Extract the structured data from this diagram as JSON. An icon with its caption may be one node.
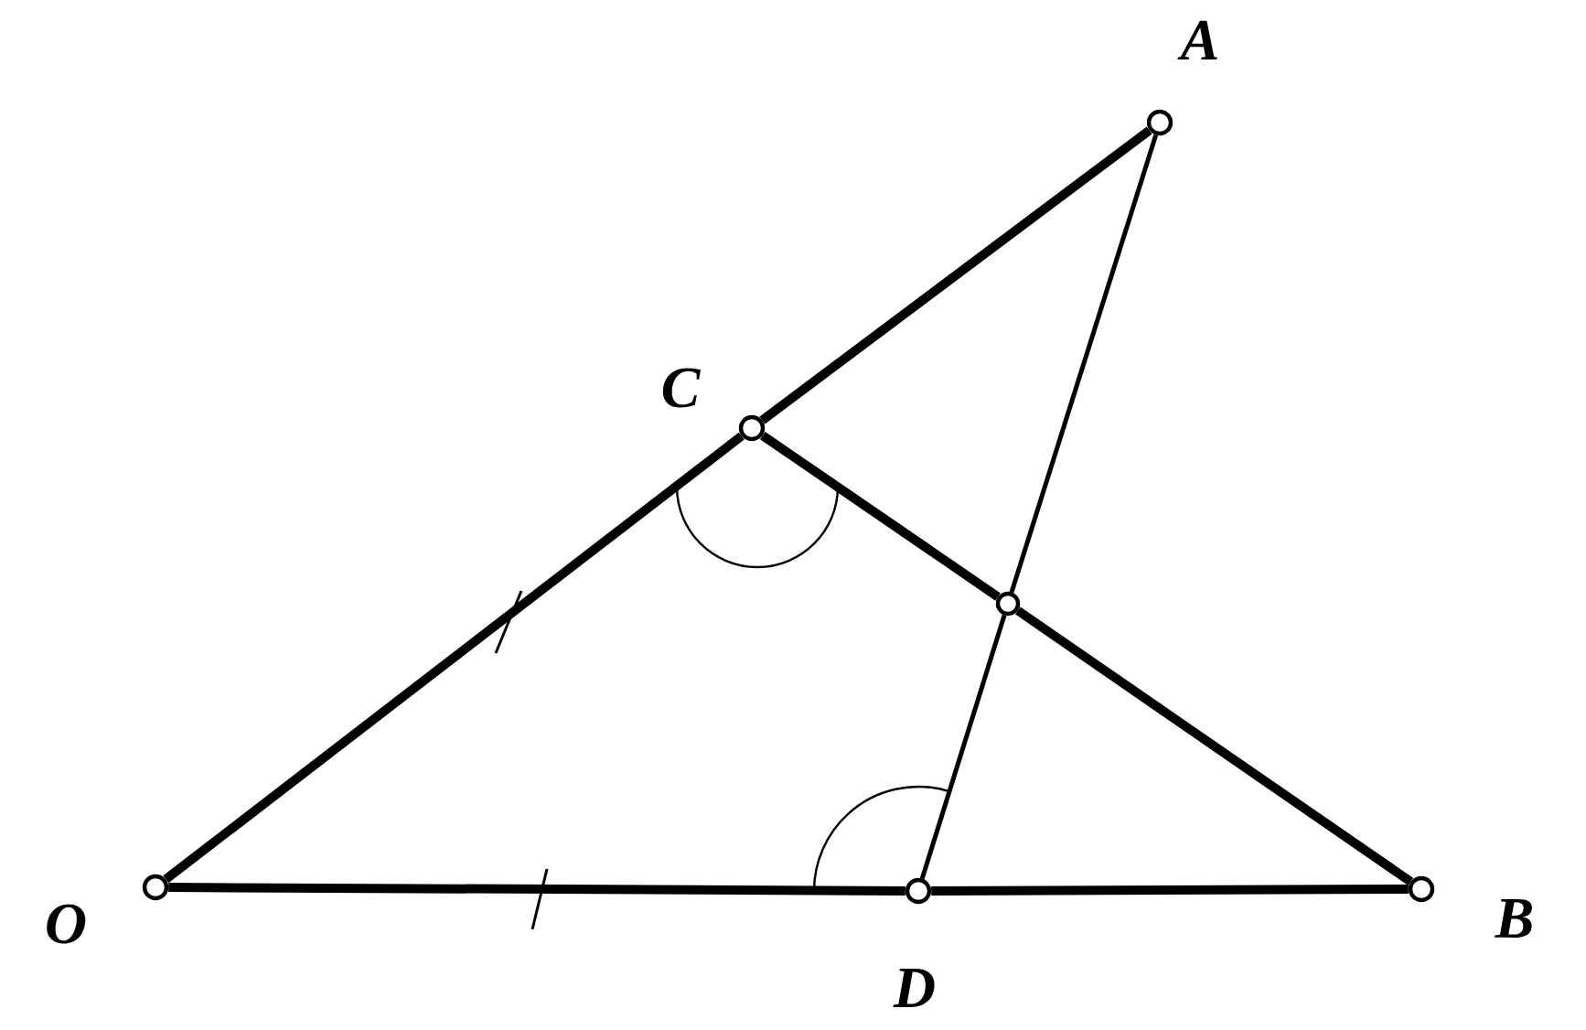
{
  "diagram": {
    "nodes": [
      {
        "text": [
          "A"
        ]
      },
      {
        "text": [
          "C"
        ]
      },
      {
        "text": [
          "O"
        ]
      },
      {
        "text": [
          "D"
        ]
      },
      {
        "text": [
          "B"
        ]
      },
      {
        "text": [],
        "shape": "circle"
      }
    ],
    "edges": [
      {
        "from": 2,
        "to": 1,
        "arrow": "none"
      },
      {
        "from": 1,
        "to": 0,
        "arrow": "none"
      },
      {
        "from": 1,
        "to": 5,
        "arrow": "none"
      },
      {
        "from": 5,
        "to": 4,
        "arrow": "none"
      },
      {
        "from": 2,
        "to": 3,
        "arrow": "none"
      },
      {
        "from": 3,
        "to": 4,
        "arrow": "none"
      },
      {
        "from": 3,
        "to": 5,
        "arrow": "none"
      },
      {
        "from": 5,
        "to": 0,
        "arrow": "none"
      }
    ]
  }
}
